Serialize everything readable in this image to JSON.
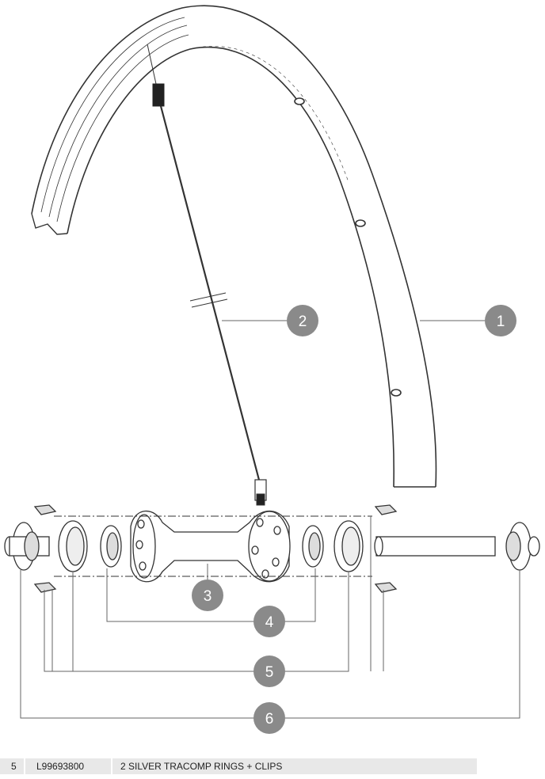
{
  "callouts": [
    {
      "label": "1"
    },
    {
      "label": "2"
    },
    {
      "label": "3"
    },
    {
      "label": "4"
    },
    {
      "label": "5"
    },
    {
      "label": "6"
    }
  ],
  "parts_table": {
    "rows": [
      {
        "number": "5",
        "code": "L99693800",
        "description": "2 SILVER TRACOMP RINGS + CLIPS"
      }
    ]
  },
  "colors": {
    "callout_fill": "#8a8a8a",
    "line": "#555555",
    "row_background": "#e8e8e8"
  }
}
